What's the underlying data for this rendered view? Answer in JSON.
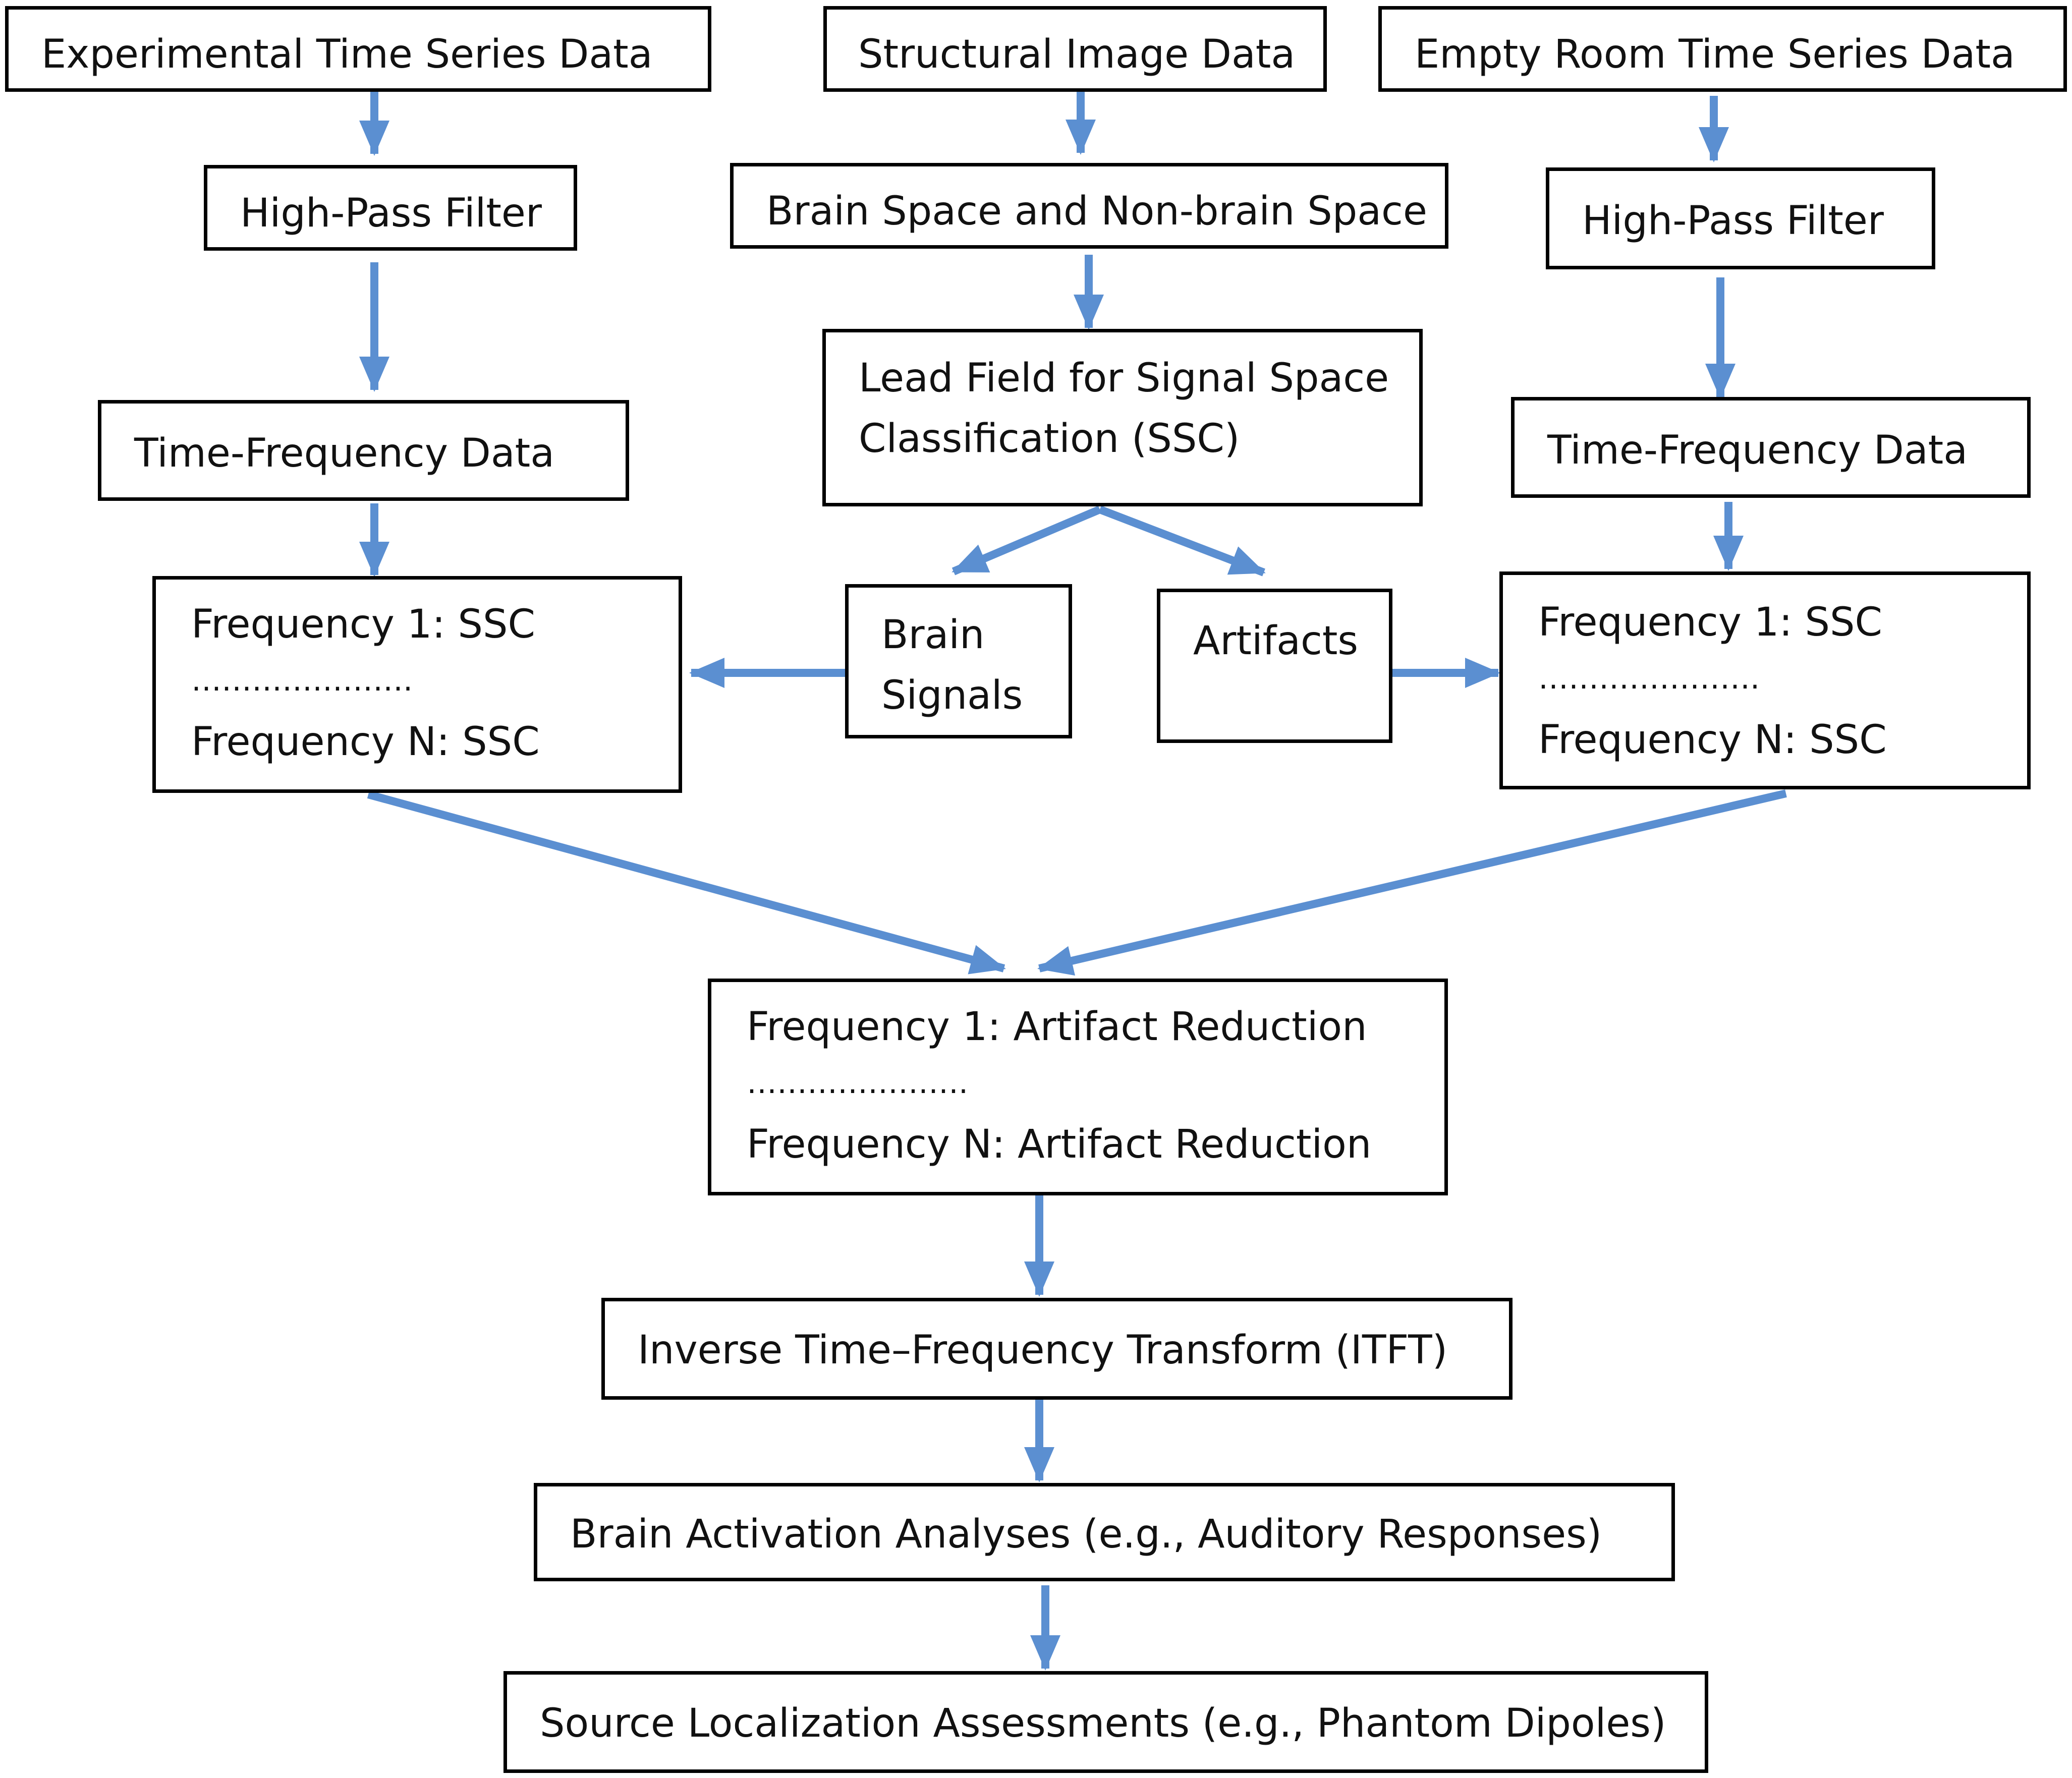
{
  "colors": {
    "arrow": "#5b8fd1",
    "border": "#000000",
    "text": "#111111"
  },
  "nodes": {
    "experimental_ts": "Experimental Time Series Data",
    "structural_image": "Structural Image Data",
    "empty_room_ts": "Empty Room Time Series Data",
    "hpf_left": "High-Pass Filter",
    "brain_space": "Brain Space and Non-brain Space",
    "hpf_right": "High-Pass Filter",
    "lead_field_line1": "Lead Field for Signal Space",
    "lead_field_line2": "Classification (SSC)",
    "tf_left": "Time-Frequency Data",
    "tf_right": "Time-Frequency Data",
    "ssc_left": {
      "line1": "Frequency 1:  SSC",
      "dots": "………………….",
      "lineN": "Frequency N: SSC"
    },
    "brain_signals_line1": "Brain",
    "brain_signals_line2": "Signals",
    "artifacts": "Artifacts",
    "ssc_right": {
      "line1": "Frequency 1:  SSC",
      "dots": "………………….",
      "lineN": "Frequency N: SSC"
    },
    "artifact_reduction": {
      "line1": "Frequency 1:  Artifact Reduction",
      "dots": "………………….",
      "lineN": "Frequency N: Artifact Reduction"
    },
    "itft": "Inverse Time–Frequency Transform (ITFT)",
    "brain_activation": "Brain Activation Analyses (e.g., Auditory Responses)",
    "source_localization": "Source Localization Assessments (e.g., Phantom Dipoles)"
  }
}
